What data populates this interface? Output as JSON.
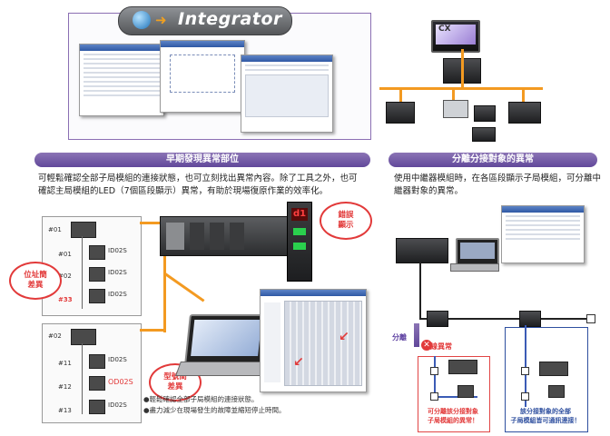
{
  "banner": {
    "logo_text": "Integrator",
    "device_label": "CX"
  },
  "left_section": {
    "title": "早期發現異常部位",
    "description": "可輕鬆確認全部子局模組的連接狀態，也可立刻找出異常內容。除了工具之外，也可確認主局模組的LED（7個區段顯示）異常，有助於現場復原作業的效率化。",
    "top_master_label": "#01",
    "bottom_master_label": "#02",
    "top_slaves": [
      {
        "num": "#01",
        "id": "ID02S"
      },
      {
        "num": "#02",
        "id": "ID02S"
      },
      {
        "num": "#33",
        "id": "ID02S"
      }
    ],
    "bottom_slaves": [
      {
        "num": "#11",
        "id": "ID02S"
      },
      {
        "num": "#12",
        "id": "OD02S"
      },
      {
        "num": "#13",
        "id": "ID02S"
      }
    ],
    "burst_address": "位址簡\n差異",
    "burst_model": "型號簡\n差異",
    "burst_error": "錯誤\n顯示",
    "display_digits": "d1",
    "notes": [
      "●輕鬆確認全部子局模組的連接狀態。",
      "●盡力減少在現場發生的故障並縮短停止時間。"
    ]
  },
  "right_section": {
    "title": "分離分接對象的異常",
    "description": "使用中繼器模組時，在各區段顯示子局模組，可分離中繼器對象的異常。",
    "separate_label": "分離",
    "disconnect_label": "斷線異常",
    "red_caption": "可分離該分接對象\n子局模組的異常！",
    "blue_caption": "該分接對象的全部\n子局模組皆可通訊連接！"
  },
  "colors": {
    "section_bar": "#6f55a5",
    "accent_orange": "#f39a21",
    "alert_red": "#e23a3a",
    "accent_blue": "#2e4f9f"
  }
}
